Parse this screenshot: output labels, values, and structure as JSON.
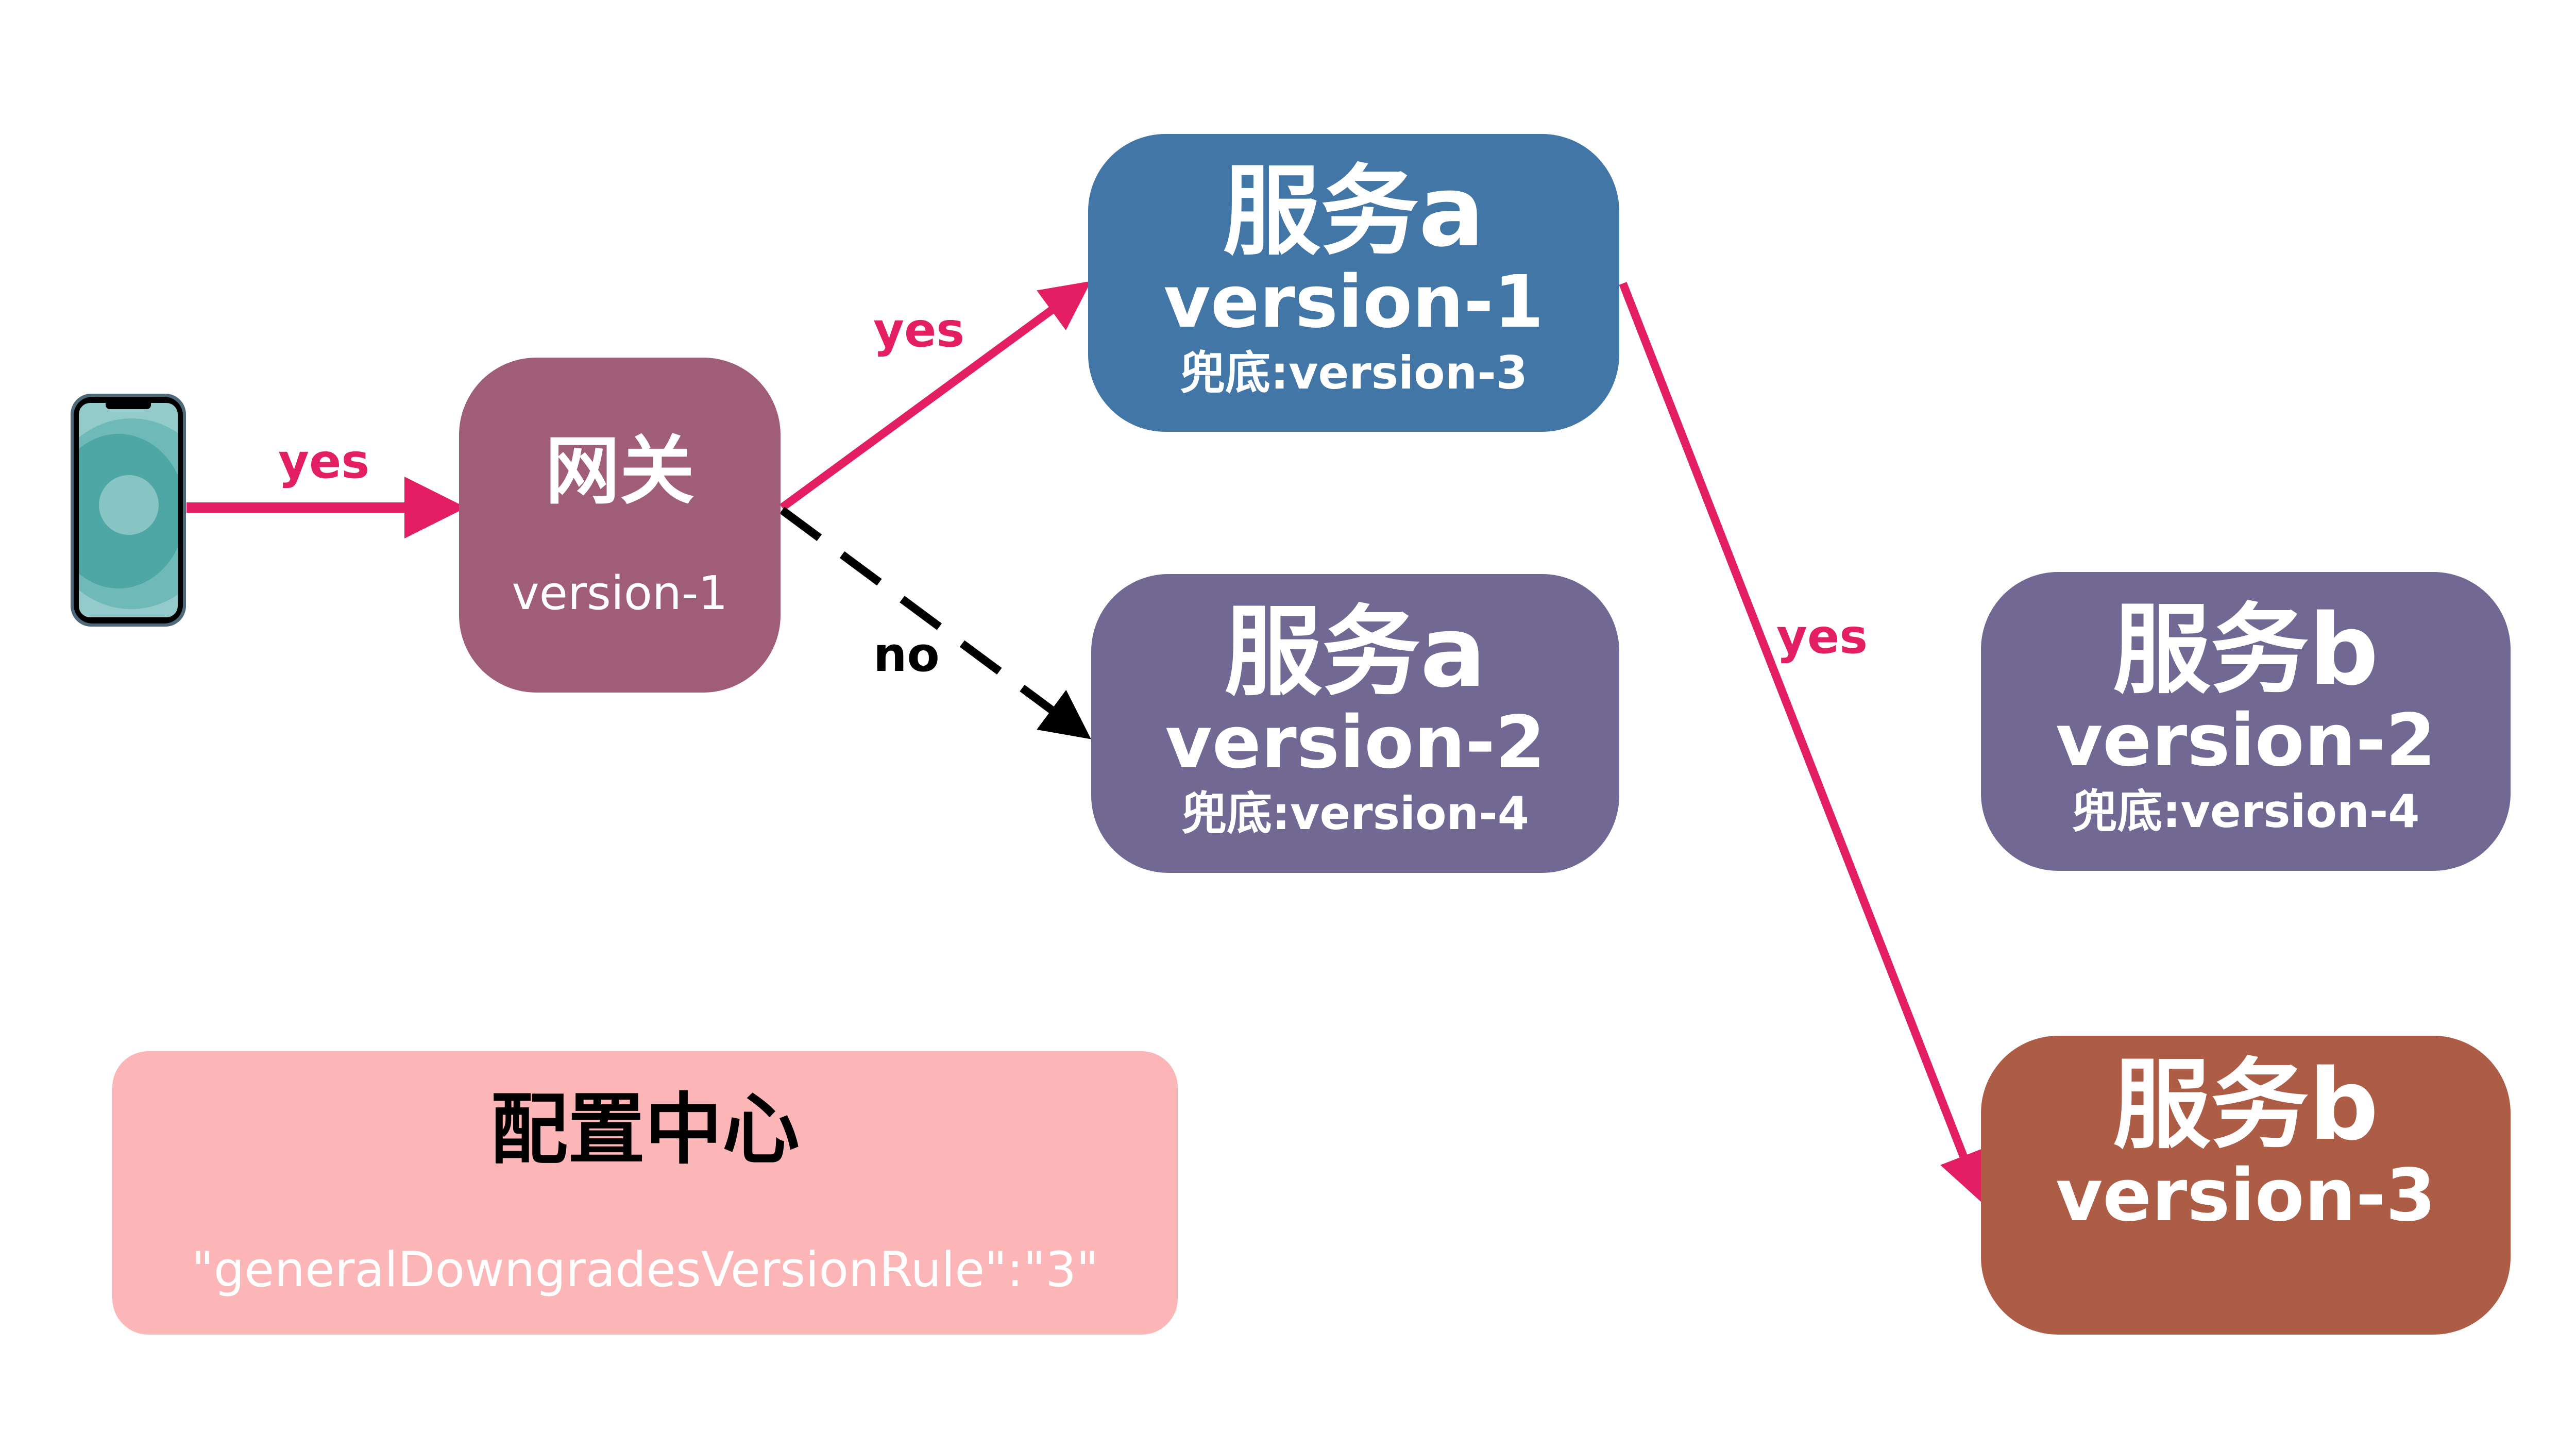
{
  "colors": {
    "arrow_yes": "#e31e63",
    "arrow_no": "#000000",
    "gateway": "#a05d77",
    "service_a_v1": "#4276a6",
    "service_v2": "#716993",
    "service_b_v3": "#ad5c46",
    "config_center": "#fcb6b8"
  },
  "client": {
    "icon": "smartphone-icon"
  },
  "gateway": {
    "title": "网关",
    "version": "version-1"
  },
  "nodes": {
    "service_a_v1": {
      "title": "服务a",
      "version": "version-1",
      "fallback": "兜底:version-3"
    },
    "service_a_v2": {
      "title": "服务a",
      "version": "version-2",
      "fallback": "兜底:version-4"
    },
    "service_b_v2": {
      "title": "服务b",
      "version": "version-2",
      "fallback": "兜底:version-4"
    },
    "service_b_v3": {
      "title": "服务b",
      "version": "version-3"
    }
  },
  "edges": [
    {
      "from": "client",
      "to": "gateway",
      "label": "yes",
      "style": "solid"
    },
    {
      "from": "gateway",
      "to": "service_a_v1",
      "label": "yes",
      "style": "solid"
    },
    {
      "from": "gateway",
      "to": "service_a_v2",
      "label": "no",
      "style": "dashed"
    },
    {
      "from": "service_a_v1",
      "to": "service_b_v3",
      "label": "yes",
      "style": "solid"
    }
  ],
  "config_center": {
    "title": "配置中心",
    "rule": "\"generalDowngradesVersionRule\":\"3\""
  }
}
